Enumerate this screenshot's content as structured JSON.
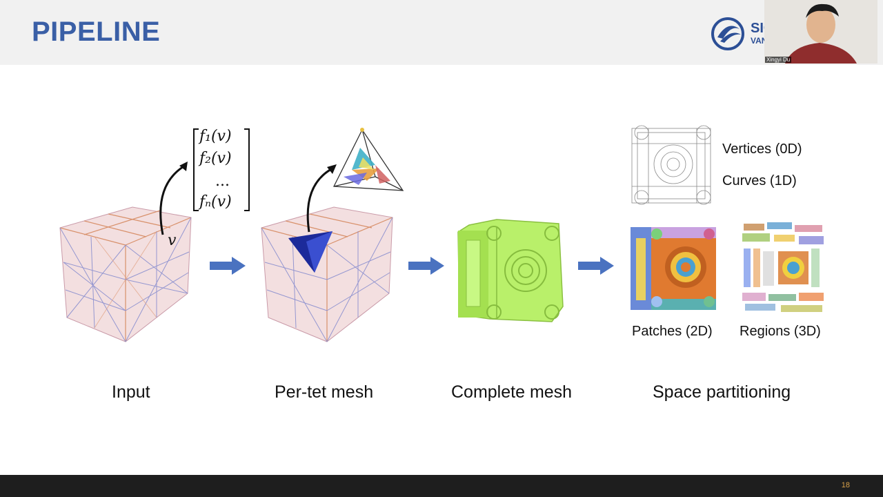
{
  "slide": {
    "title": "PIPELINE",
    "page_number": "18"
  },
  "logo": {
    "line1": "SIG",
    "line2": "VAN"
  },
  "webcam": {
    "participant_name": "Xingyi Du"
  },
  "math": {
    "row1": "f₁(v)",
    "row2": "f₂(v)",
    "row3": "...",
    "row4": "fₙ(v)",
    "vertex": "v"
  },
  "stages": {
    "input": "Input",
    "per_tet": "Per-tet mesh",
    "complete": "Complete mesh",
    "space": "Space partitioning"
  },
  "sublabels": {
    "vertices": "Vertices (0D)",
    "curves": "Curves (1D)",
    "patches": "Patches (2D)",
    "regions": "Regions (3D)"
  },
  "colors": {
    "title": "#3a5fa6",
    "arrow": "#4a72c0",
    "mesh_green": "#b9f06a",
    "tet_blue": "#1c2a9a"
  }
}
